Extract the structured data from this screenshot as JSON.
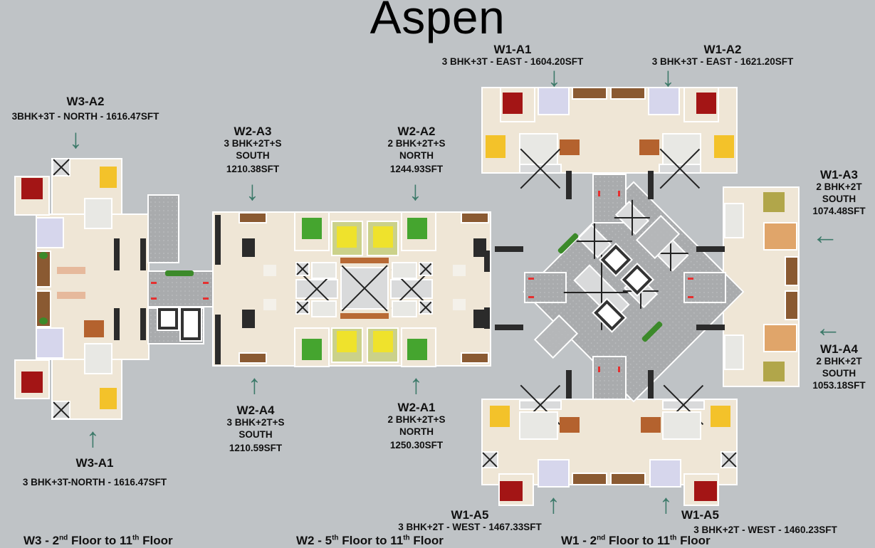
{
  "title": "Aspen",
  "units": {
    "w3_a2": {
      "code": "W3-A2",
      "line1": "3BHK+3T - NORTH - 1616.47SFT"
    },
    "w3_a1": {
      "code": "W3-A1",
      "line1": "3 BHK+3T-NORTH - 1616.47SFT"
    },
    "w2_a3": {
      "code": "W2-A3",
      "line1": "3 BHK+2T+S",
      "line2": "SOUTH",
      "line3": "1210.38SFT"
    },
    "w2_a2": {
      "code": "W2-A2",
      "line1": "2 BHK+2T+S",
      "line2": "NORTH",
      "line3": "1244.93SFT"
    },
    "w2_a4": {
      "code": "W2-A4",
      "line1": "3 BHK+2T+S",
      "line2": "SOUTH",
      "line3": "1210.59SFT"
    },
    "w2_a1": {
      "code": "W2-A1",
      "line1": "2 BHK+2T+S",
      "line2": "NORTH",
      "line3": "1250.30SFT"
    },
    "w1_a1": {
      "code": "W1-A1",
      "line1": "3 BHK+3T - EAST - 1604.20SFT"
    },
    "w1_a2": {
      "code": "W1-A2",
      "line1": "3 BHK+3T - EAST - 1621.20SFT"
    },
    "w1_a3": {
      "code": "W1-A3",
      "line1": "2 BHK+2T",
      "line2": "SOUTH",
      "line3": "1074.48SFT"
    },
    "w1_a4": {
      "code": "W1-A4",
      "line1": "2 BHK+2T",
      "line2": "SOUTH",
      "line3": "1053.18SFT"
    },
    "w1_a5_left": {
      "code": "W1-A5",
      "line1": "3 BHK+2T - WEST - 1467.33SFT"
    },
    "w1_a5_right": {
      "code": "W1-A5",
      "line1": "3 BHK+2T - WEST - 1460.23SFT"
    }
  },
  "wings": {
    "w3": {
      "prefix": "W3 - 2",
      "sup1": "nd",
      "mid": " Floor to 11",
      "sup2": "th",
      "suffix": " Floor"
    },
    "w2": {
      "prefix": "W2 - 5",
      "sup1": "th",
      "mid": " Floor to 11",
      "sup2": "th",
      "suffix": " Floor"
    },
    "w1": {
      "prefix": "W1 - 2",
      "sup1": "nd",
      "mid": " Floor to 11",
      "sup2": "th",
      "suffix": " Floor"
    }
  },
  "arrows": {
    "down": "↓",
    "up": "↑",
    "left": "←"
  },
  "colors": {
    "background": "#bfc3c6",
    "arrow": "#3d7a6a",
    "corridor": "#a9abad",
    "floor": "#efe6d6"
  }
}
